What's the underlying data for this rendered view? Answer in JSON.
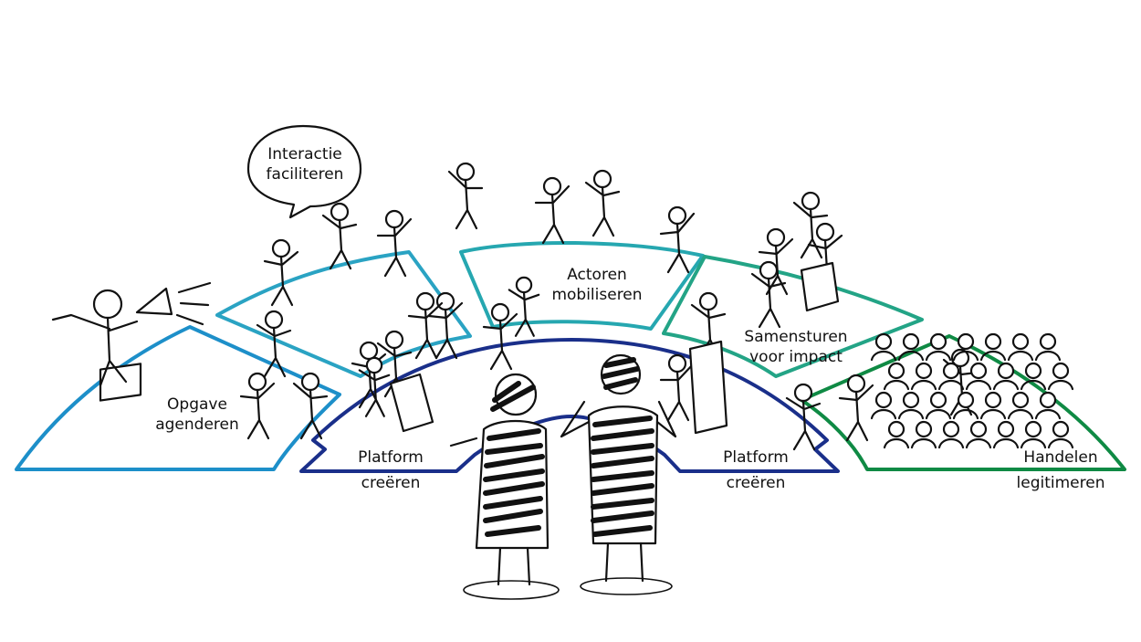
{
  "segments": [
    {
      "name": "opgave-agenderen",
      "line1": "Opgave",
      "line2": "agenderen",
      "color": "#1d8fc9"
    },
    {
      "name": "interactie-faciliteren",
      "line1": "Interactie",
      "line2": "faciliteren",
      "color": "#2aa3c3"
    },
    {
      "name": "actoren-mobiliseren",
      "line1": "Actoren",
      "line2": "mobiliseren",
      "color": "#26a7b0"
    },
    {
      "name": "samensturen-voor-impact",
      "line1": "Samensturen",
      "line2": "voor impact",
      "color": "#23a486"
    },
    {
      "name": "handelen-legitimeren",
      "line1": "Handelen",
      "line2": "legitimeren",
      "color": "#0f8a44"
    }
  ],
  "platform": {
    "line1": "Platform",
    "line2": "creëren",
    "color": "#1a2f8a"
  }
}
